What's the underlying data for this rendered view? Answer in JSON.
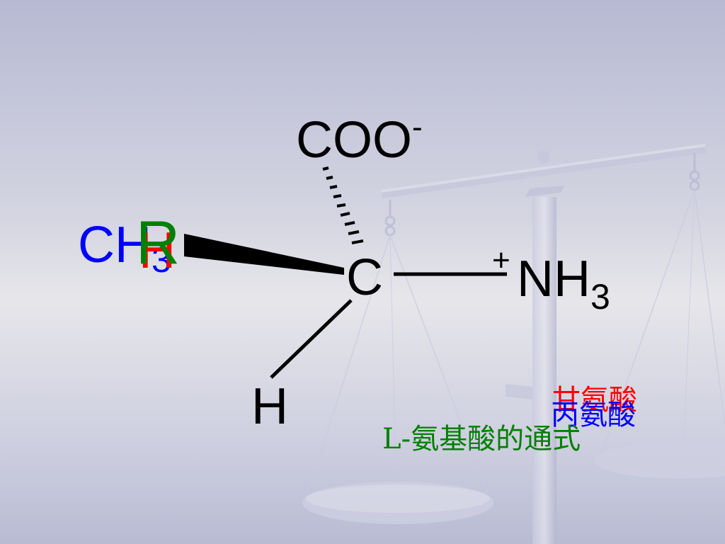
{
  "diagram": {
    "atoms": {
      "center": "C",
      "top_group": "COO",
      "top_charge": "-",
      "right_charge": "+",
      "right_group": "NH",
      "right_subscript": "3",
      "bottom": "H",
      "left_group_glycine": "H",
      "left_group_alanine": "CH",
      "left_group_alanine_subscript": "3",
      "left_group_general": "R"
    },
    "captions": {
      "glycine": "甘氨酸",
      "alanine": "丙氨酸",
      "general_formula": "L-氨基酸的通式"
    },
    "colors": {
      "glycine": "#ff0000",
      "alanine": "#0000ff",
      "general": "#008000",
      "bond": "#000000"
    }
  }
}
